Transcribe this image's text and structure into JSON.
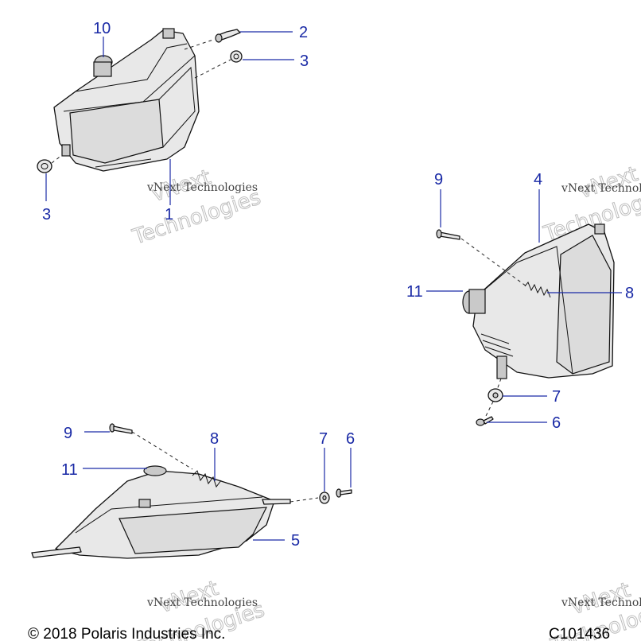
{
  "callouts": {
    "c10": "10",
    "c2": "2",
    "c3a": "3",
    "c3b": "3",
    "c1": "1",
    "c9a": "9",
    "c4": "4",
    "c11a": "11",
    "c8a": "8",
    "c7a": "7",
    "c6a": "6",
    "c9b": "9",
    "c8b": "8",
    "c7b": "7",
    "c6b": "6",
    "c11b": "11",
    "c5": "5"
  },
  "watermark": {
    "small": "vNext Technologies",
    "big_1": "vNext",
    "big_2": "Technologies"
  },
  "footer": {
    "copyright": "© 2018 Polaris Industries Inc.",
    "code": "C101436"
  },
  "colors": {
    "callout": "#1a2aa6",
    "line_art": "#111111",
    "watermark": "#bdbdbd"
  }
}
